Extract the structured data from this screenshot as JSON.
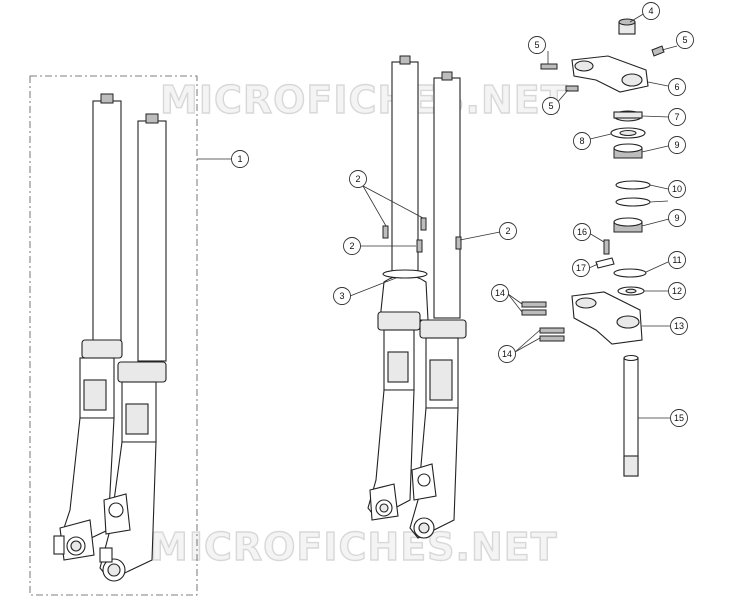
{
  "watermark": {
    "text": "MICROFICHES.NET"
  },
  "callouts": [
    {
      "id": "c1",
      "label": "1"
    },
    {
      "id": "c2a",
      "label": "2"
    },
    {
      "id": "c2b",
      "label": "2"
    },
    {
      "id": "c2c",
      "label": "2"
    },
    {
      "id": "c3",
      "label": "3"
    },
    {
      "id": "c4",
      "label": "4"
    },
    {
      "id": "c5a",
      "label": "5"
    },
    {
      "id": "c5b",
      "label": "5"
    },
    {
      "id": "c5c",
      "label": "5"
    },
    {
      "id": "c6",
      "label": "6"
    },
    {
      "id": "c7",
      "label": "7"
    },
    {
      "id": "c8",
      "label": "8"
    },
    {
      "id": "c9a",
      "label": "9"
    },
    {
      "id": "c9b",
      "label": "9"
    },
    {
      "id": "c10",
      "label": "10"
    },
    {
      "id": "c11",
      "label": "11"
    },
    {
      "id": "c12",
      "label": "12"
    },
    {
      "id": "c13",
      "label": "13"
    },
    {
      "id": "c14a",
      "label": "14"
    },
    {
      "id": "c14b",
      "label": "14"
    },
    {
      "id": "c15",
      "label": "15"
    },
    {
      "id": "c16",
      "label": "16"
    },
    {
      "id": "c17",
      "label": "17"
    }
  ]
}
